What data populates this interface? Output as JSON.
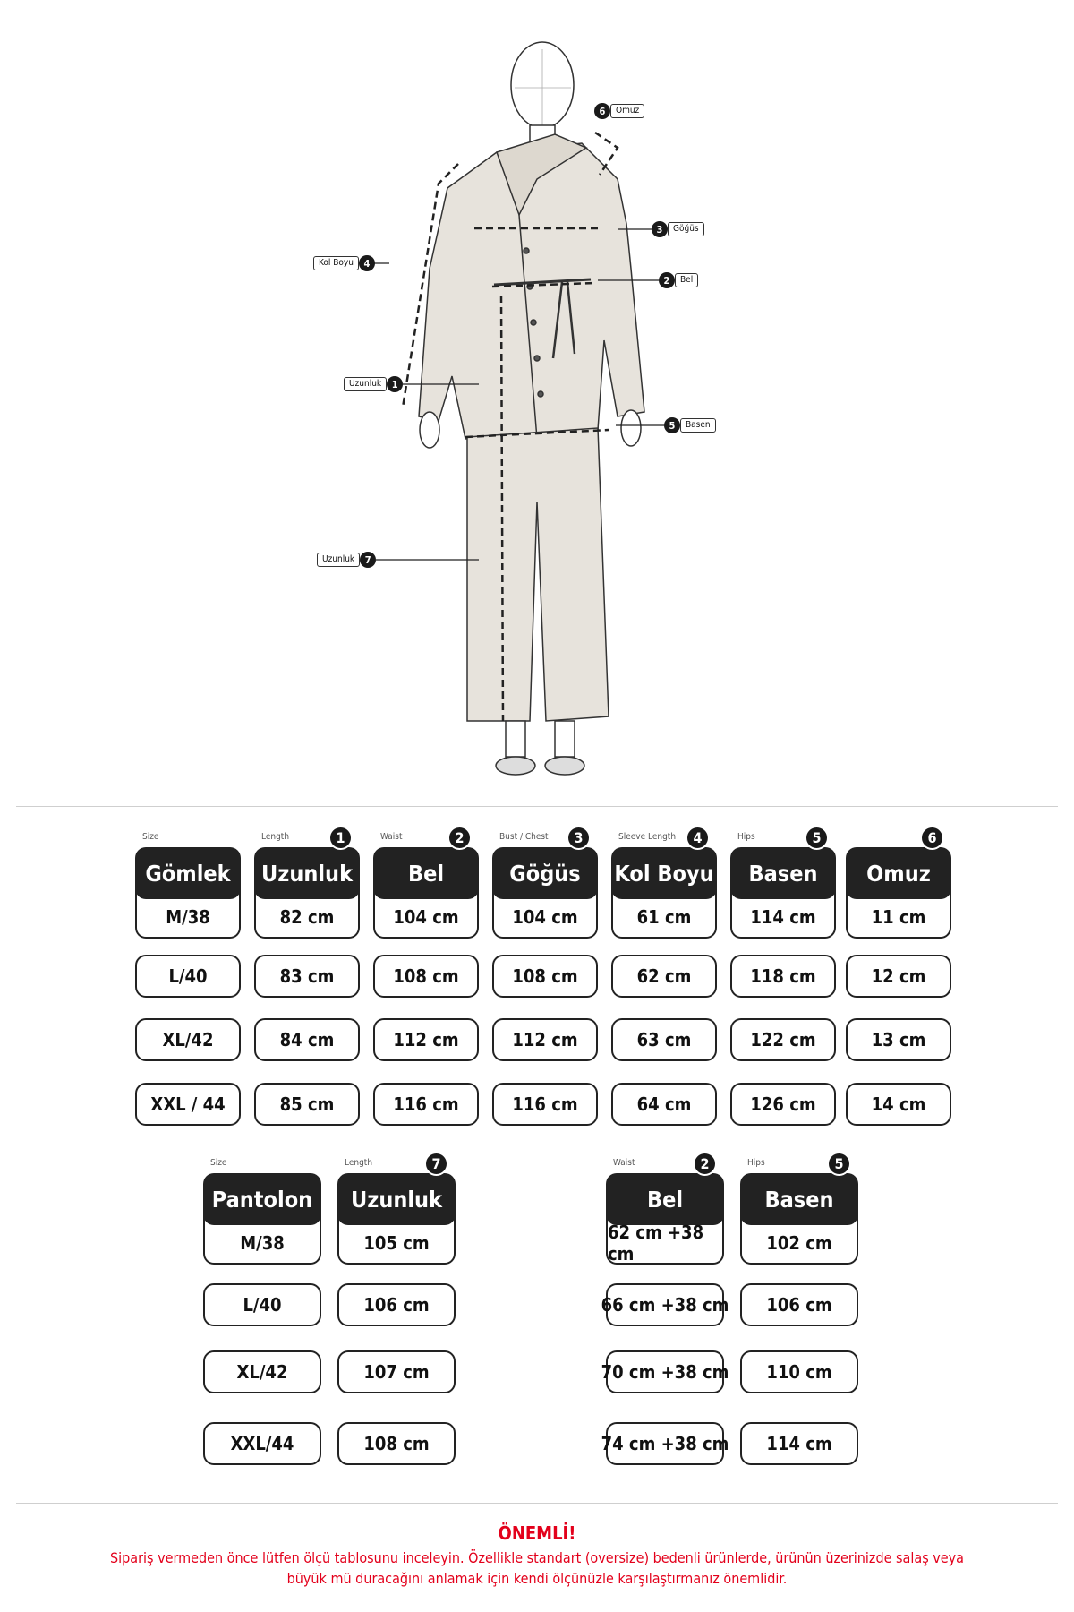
{
  "figure": {
    "callouts": [
      {
        "num": "6",
        "label": "Omuz"
      },
      {
        "num": "3",
        "label": "Göğüs"
      },
      {
        "num": "4",
        "label": "Kol Boyu"
      },
      {
        "num": "2",
        "label": "Bel"
      },
      {
        "num": "1",
        "label": "Uzunluk"
      },
      {
        "num": "5",
        "label": "Basen"
      },
      {
        "num": "7",
        "label": "Uzunluk"
      }
    ]
  },
  "shirt_table": {
    "columns": [
      {
        "small": "Size",
        "num": "",
        "header": "Gömlek",
        "values": [
          "M/38",
          "L/40",
          "XL/42",
          "XXL / 44"
        ]
      },
      {
        "small": "Length",
        "num": "1",
        "header": "Uzunluk",
        "values": [
          "82 cm",
          "83 cm",
          "84 cm",
          "85 cm"
        ]
      },
      {
        "small": "Waist",
        "num": "2",
        "header": "Bel",
        "values": [
          "104 cm",
          "108 cm",
          "112 cm",
          "116 cm"
        ]
      },
      {
        "small": "Bust / Chest",
        "num": "3",
        "header": "Göğüs",
        "values": [
          "104 cm",
          "108 cm",
          "112 cm",
          "116 cm"
        ]
      },
      {
        "small": "Sleeve Length",
        "num": "4",
        "header": "Kol Boyu",
        "values": [
          "61 cm",
          "62  cm",
          "63  cm",
          "64  cm"
        ]
      },
      {
        "small": "Hips",
        "num": "5",
        "header": "Basen",
        "values": [
          "114 cm",
          "118 cm",
          "122 cm",
          "126 cm"
        ]
      },
      {
        "small": "",
        "num": "6",
        "header": "Omuz",
        "values": [
          "11 cm",
          "12 cm",
          "13 cm",
          "14 cm"
        ]
      }
    ]
  },
  "pants_table": {
    "columns": [
      {
        "small": "Size",
        "num": "",
        "header": "Pantolon",
        "values": [
          "M/38",
          "L/40",
          "XL/42",
          "XXL/44"
        ]
      },
      {
        "small": "Length",
        "num": "7",
        "header": "Uzunluk",
        "values": [
          "105  cm",
          "106  cm",
          "107  cm",
          "108  cm"
        ]
      },
      {
        "small": "Waist",
        "num": "2",
        "header": "Bel",
        "values": [
          "62 cm +38 cm",
          "66 cm +38 cm",
          "70 cm +38 cm",
          "74 cm +38 cm"
        ]
      },
      {
        "small": "Hips",
        "num": "5",
        "header": "Basen",
        "values": [
          "102 cm",
          "106 cm",
          "110 cm",
          "114 cm"
        ]
      }
    ]
  },
  "note": {
    "title": "ÖNEMLİ!",
    "line1": "Sipariş vermeden önce lütfen ölçü tablosunu inceleyin. Özellikle standart (oversize) bedenli ürünlerde, ürünün üzerinizde salaş veya",
    "line2": "büyük mü duracağını anlamak için kendi ölçünüzle karşılaştırmanız önemlidir."
  },
  "colors": {
    "dark": "#222222",
    "accent": "#e3001b",
    "garment": "#e7e3dc"
  }
}
